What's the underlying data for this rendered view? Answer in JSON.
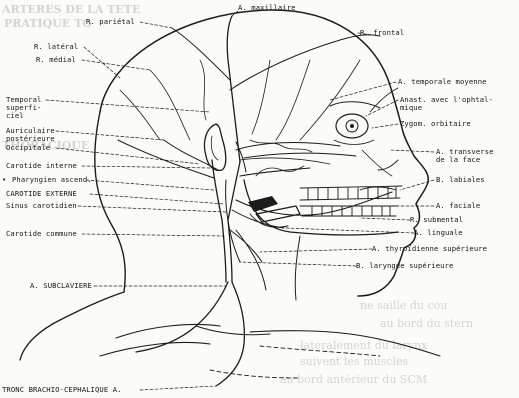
{
  "labels": {
    "maxillaire": "A. maxillaire",
    "parietal": "R. pariétal",
    "frontal": "R. frontal",
    "lateral": "R. latéral",
    "medial": "R. médial",
    "temporale_moyenne": "A. temporale moyenne",
    "temporal_superficiel": "Temporal\nsuperfi-\nciel",
    "anast": "Anast. avec l'ophtal-\nmique",
    "auriculaire": "Auriculaire\npostérieure",
    "zygom": "Zygom. orbitaire",
    "occipitale": "Occipitale",
    "transverse": "A. transverse\nde la face",
    "carotide_interne": "Carotide interne",
    "labiales": "B. labiales",
    "pharyngien": "Pharyngien ascend.",
    "faciale": "A. faciale",
    "carotide_externe": "CAROTIDE EXTERNE",
    "submental": "R. submental",
    "sinus": "Sinus carotidien",
    "linguale": "A. linguale",
    "carotide_commune": "Carotide commune",
    "thyroidienne": "A. thyroïdienne supérieure",
    "laryngee": "B. laryngée supérieure",
    "subclaviere": "A. SUBCLAVIERE",
    "tronc": "TRONC BRACHIO-CEPHALIQUE A."
  },
  "bleed_through": {
    "line1": "ARTERES DE LA TETE",
    "line2": "PRATIQUE TO",
    "line3": "THORACIQUE",
    "line4": "ne saille du cou",
    "line5": "au bord du stern",
    "line6": "lateralement du larynx",
    "line7": "suivent les muscles",
    "line8": "au bord antérieur du SCM"
  }
}
